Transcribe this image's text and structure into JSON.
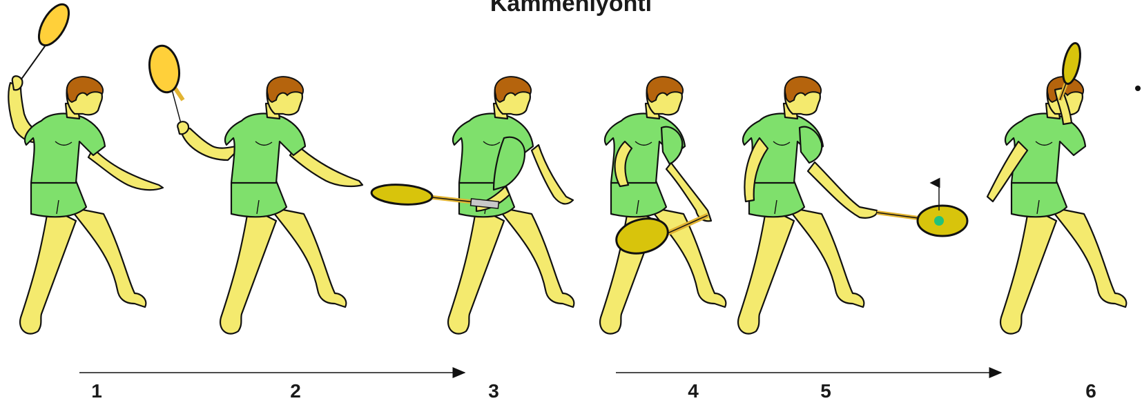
{
  "title": "Kämmenlyönti",
  "step_labels": [
    "1",
    "2",
    "3",
    "4",
    "5",
    "6"
  ],
  "colors": {
    "skin": "#f4ea6e",
    "shirt": "#7fe06c",
    "hair": "#b5640d",
    "racket_light": "#ffd03a",
    "racket_dark": "#d8c40c",
    "ball": "#22c27a",
    "outline": "#111111"
  }
}
